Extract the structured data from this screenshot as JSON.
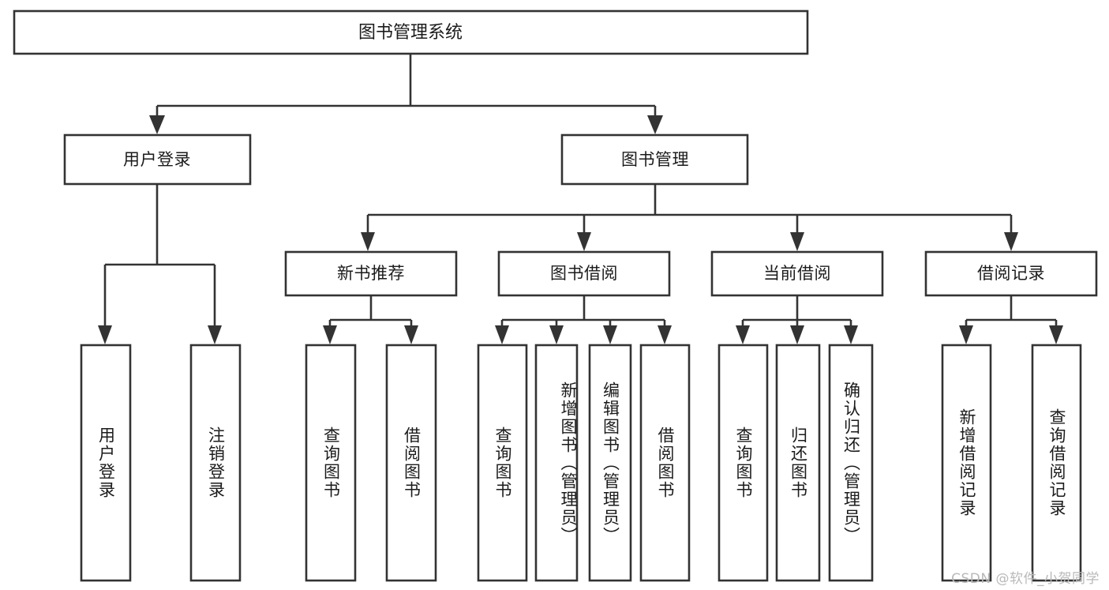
{
  "diagram": {
    "title": "图书管理系统",
    "type": "tree",
    "root": {
      "label": "图书管理系统",
      "children": [
        {
          "label": "用户登录",
          "children": [
            {
              "label": "用户登录"
            },
            {
              "label": "注销登录"
            }
          ]
        },
        {
          "label": "图书管理",
          "children": [
            {
              "label": "新书推荐",
              "children": [
                {
                  "label": "查询图书"
                },
                {
                  "label": "借阅图书"
                }
              ]
            },
            {
              "label": "图书借阅",
              "children": [
                {
                  "label": "查询图书"
                },
                {
                  "label": "新增图书（管理员）"
                },
                {
                  "label": "编辑图书（管理员）"
                },
                {
                  "label": "借阅图书"
                }
              ]
            },
            {
              "label": "当前借阅",
              "children": [
                {
                  "label": "查询图书"
                },
                {
                  "label": "归还图书"
                },
                {
                  "label": "确认归还（管理员）"
                }
              ]
            },
            {
              "label": "借阅记录",
              "children": [
                {
                  "label": "新增借阅记录"
                },
                {
                  "label": "查询借阅记录"
                }
              ]
            }
          ]
        }
      ]
    }
  },
  "nodes": {
    "root": "图书管理系统",
    "user_login": "用户登录",
    "book_manage": "图书管理",
    "new_book_rec": "新书推荐",
    "book_borrow": "图书借阅",
    "current_borrow": "当前借阅",
    "borrow_record": "借阅记录",
    "leaf_user_login": "用户登录",
    "leaf_logout": "注销登录",
    "leaf_query_book_1": "查询图书",
    "leaf_borrow_book_1": "借阅图书",
    "leaf_query_book_2": "查询图书",
    "leaf_add_book": "新增图书（管理员）",
    "leaf_edit_book": "编辑图书（管理员）",
    "leaf_borrow_book_2": "借阅图书",
    "leaf_query_book_3": "查询图书",
    "leaf_return_book": "归还图书",
    "leaf_confirm_return": "确认归还（管理员）",
    "leaf_add_record": "新增借阅记录",
    "leaf_query_record": "查询借阅记录"
  },
  "watermark": {
    "text": "CSDN @软件_小贺同学"
  },
  "colors": {
    "stroke": "#333333",
    "box_fill": "#ffffff",
    "text": "#1b1b1b",
    "background": "#ffffff",
    "watermark": "#b9b9b9"
  }
}
